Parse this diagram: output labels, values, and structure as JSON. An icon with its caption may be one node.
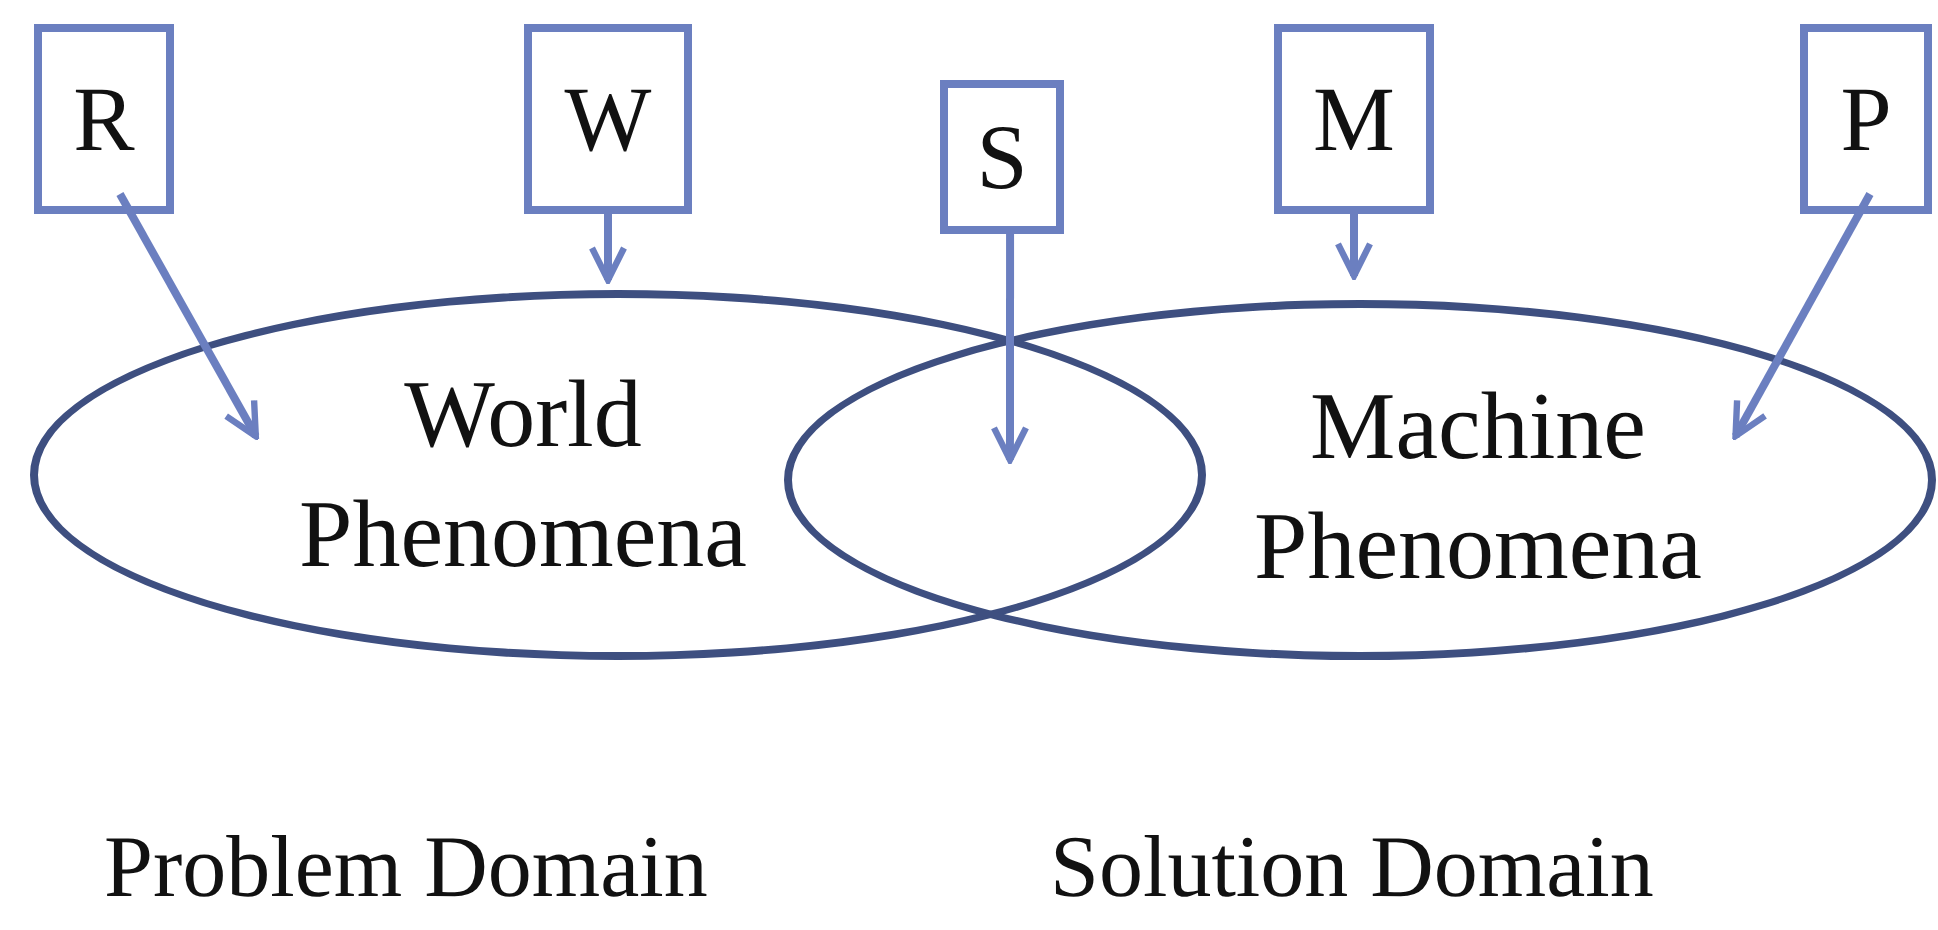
{
  "diagram": {
    "nodes": [
      {
        "text": [
          "R"
        ]
      },
      {
        "text": [
          "W"
        ]
      },
      {
        "text": [
          "S"
        ]
      },
      {
        "text": [
          "M"
        ]
      },
      {
        "text": [
          "P"
        ]
      },
      {
        "text": [
          "World Phenomena"
        ]
      },
      {
        "text": [
          "Machine Phenomena"
        ]
      }
    ],
    "edges": [
      {
        "from": 0,
        "to": 5,
        "arrow": "to"
      },
      {
        "from": 1,
        "to": 5,
        "arrow": "to"
      },
      {
        "from": 2,
        "to": 5,
        "arrow": "to"
      },
      {
        "from": 2,
        "to": 6,
        "arrow": "to"
      },
      {
        "from": 3,
        "to": 6,
        "arrow": "to"
      },
      {
        "from": 4,
        "to": 6,
        "arrow": "to"
      }
    ],
    "labels": [
      "Problem Domain",
      "Solution Domain"
    ]
  }
}
